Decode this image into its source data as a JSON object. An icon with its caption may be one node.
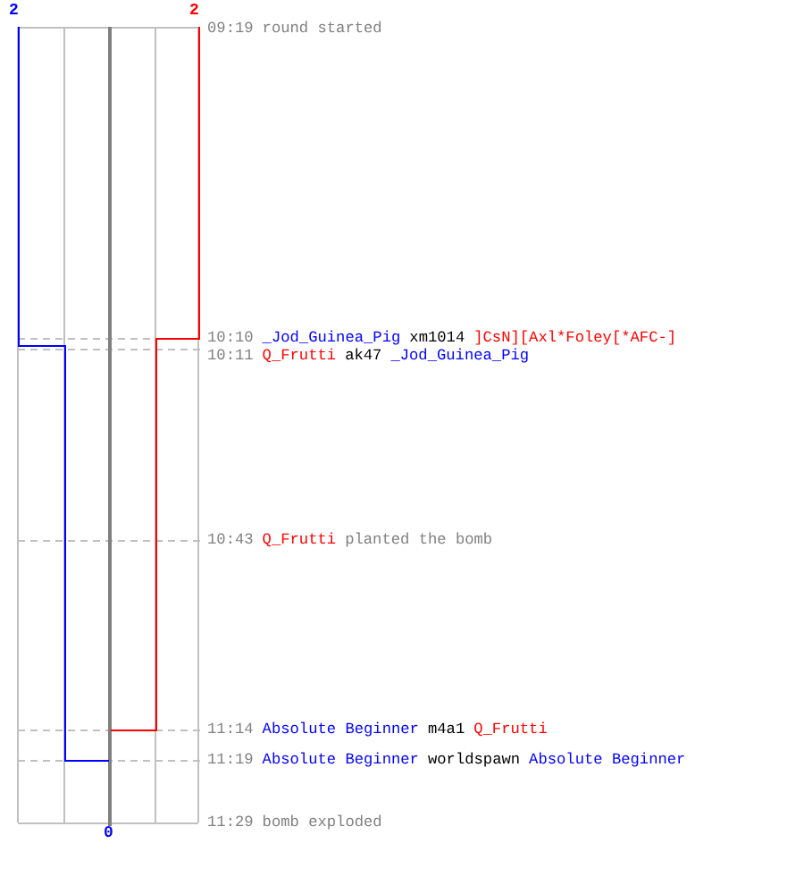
{
  "diagram": {
    "labels": [
      "2",
      "2",
      "09:19",
      "round started",
      "10:10",
      "_Jod_Guinea_Pig",
      "xm1014",
      "]CsN][Axl*Foley[*AFC-]",
      "10:11",
      "Q_Frutti",
      "ak47",
      "_Jod_Guinea_Pig",
      "10:43",
      "Q_Frutti",
      "planted the bomb",
      "11:14",
      "Absolute Beginner",
      "m4a1",
      "Q_Frutti",
      "11:19",
      "Absolute Beginner",
      "worldspawn",
      "Absolute Beginner",
      "11:29",
      "bomb exploded",
      "0"
    ]
  }
}
